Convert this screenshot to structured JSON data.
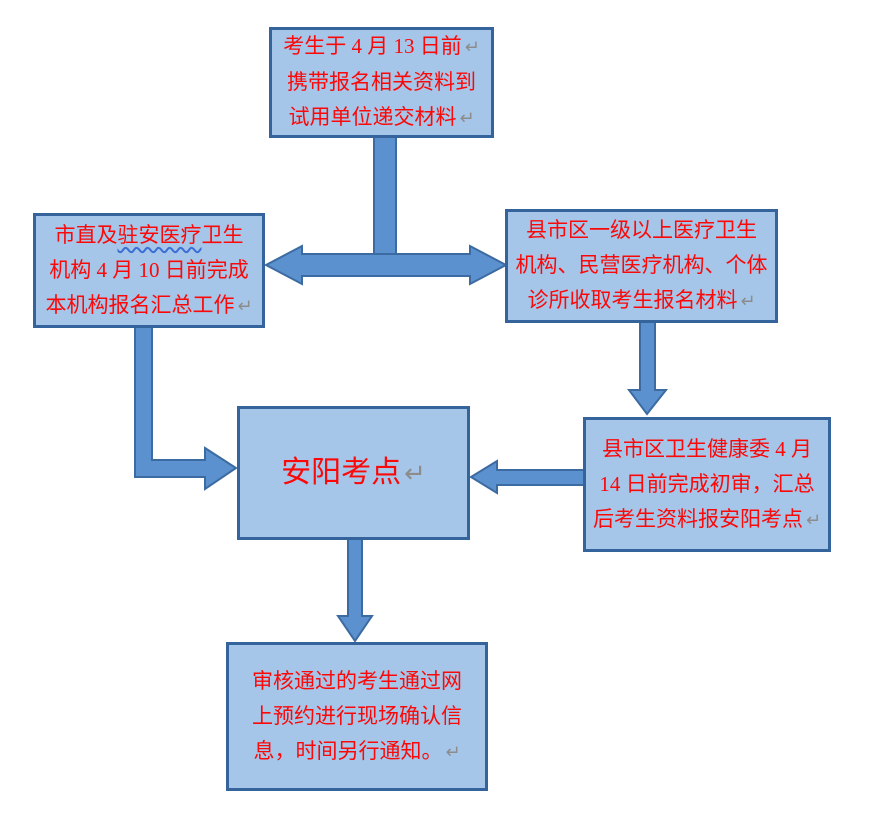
{
  "colors": {
    "box_fill": "#A5C6E9",
    "box_border": "#35639C",
    "arrow_fill": "#5B91CE",
    "arrow_border": "#3C6BA1",
    "text_red": "#FB0909",
    "return_mark_gray": "#8C8C8C",
    "spellcheck_squiggle_blue": "#3B6FD4"
  },
  "marks": {
    "return": "↵"
  },
  "boxes": {
    "top": {
      "lines": [
        "考生于 4 月 13 日前",
        "携带报名相关资料到",
        "试用单位递交材料"
      ]
    },
    "left": {
      "line1_pre": "市直及",
      "line1_wavy": "驻安医疗",
      "line1_post": "卫生",
      "lines": [
        "机构 4 月 10 日前完成",
        "本机构报名汇总工作"
      ]
    },
    "right": {
      "lines": [
        "县市区一级以上医疗卫生",
        "机构、民营医疗机构、个体",
        "诊所收取考生报名材料"
      ]
    },
    "center": {
      "label": "安阳考点"
    },
    "lower_right": {
      "lines": [
        "县市区卫生健康委 4 月",
        "14 日前完成初审，汇总",
        "后考生资料报安阳考点"
      ]
    },
    "bottom": {
      "lines": [
        "审核通过的考生通过网",
        "上预约进行现场确认信",
        "息，时间另行通知。"
      ]
    }
  }
}
